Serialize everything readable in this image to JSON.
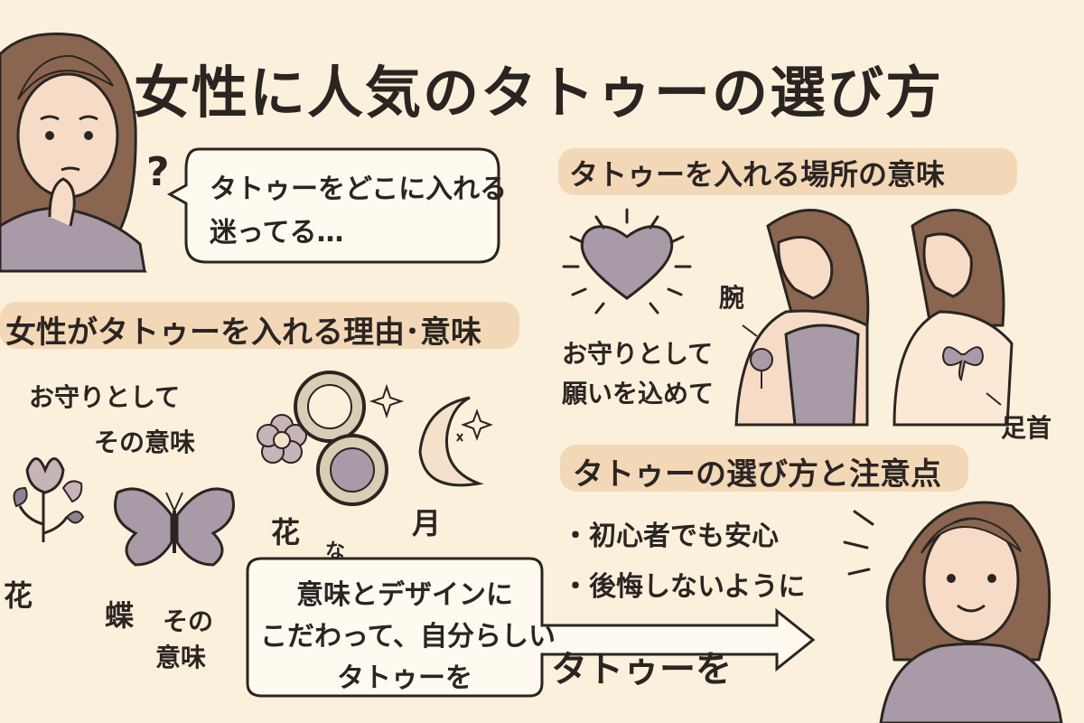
{
  "title": "女性に人気のタトゥーの選び方",
  "speech_bubble": {
    "line1": "タトゥーをどこに入れる",
    "line2": "迷ってる…"
  },
  "question_mark": "?",
  "section_reasons": {
    "heading": "女性がタトゥーを入れる理由･意味",
    "omamori": "お守りとして",
    "sono_imi_1": "その意味",
    "flower_label": "花",
    "butterfly_label": "蝶",
    "sono": "その",
    "imi": "意味",
    "flower_label_2": "花",
    "moon_label": "月",
    "na": "な"
  },
  "section_places": {
    "heading": "タトゥーを入れる場所の意味",
    "omamori": "お守りとして",
    "negai": "願いを込めて",
    "arm_label": "腕",
    "ankle_label": "足首"
  },
  "section_choose": {
    "heading": "タトゥーの選び方と注意点",
    "bullets": [
      "・初心者でも安心",
      "・後悔しないように"
    ]
  },
  "bottom_box": {
    "line1": "意味とデザインに",
    "line2": "こだわって、自分らしい",
    "line3": "タトゥーを"
  },
  "arrow_label": "タトゥーを",
  "colors": {
    "background": "#fbf0dc",
    "highlight": "#f3d8b8",
    "ink": "#2b2522",
    "mauve": "#a89aa6",
    "hair": "#8a6650",
    "skin": "#f6dcc6"
  }
}
